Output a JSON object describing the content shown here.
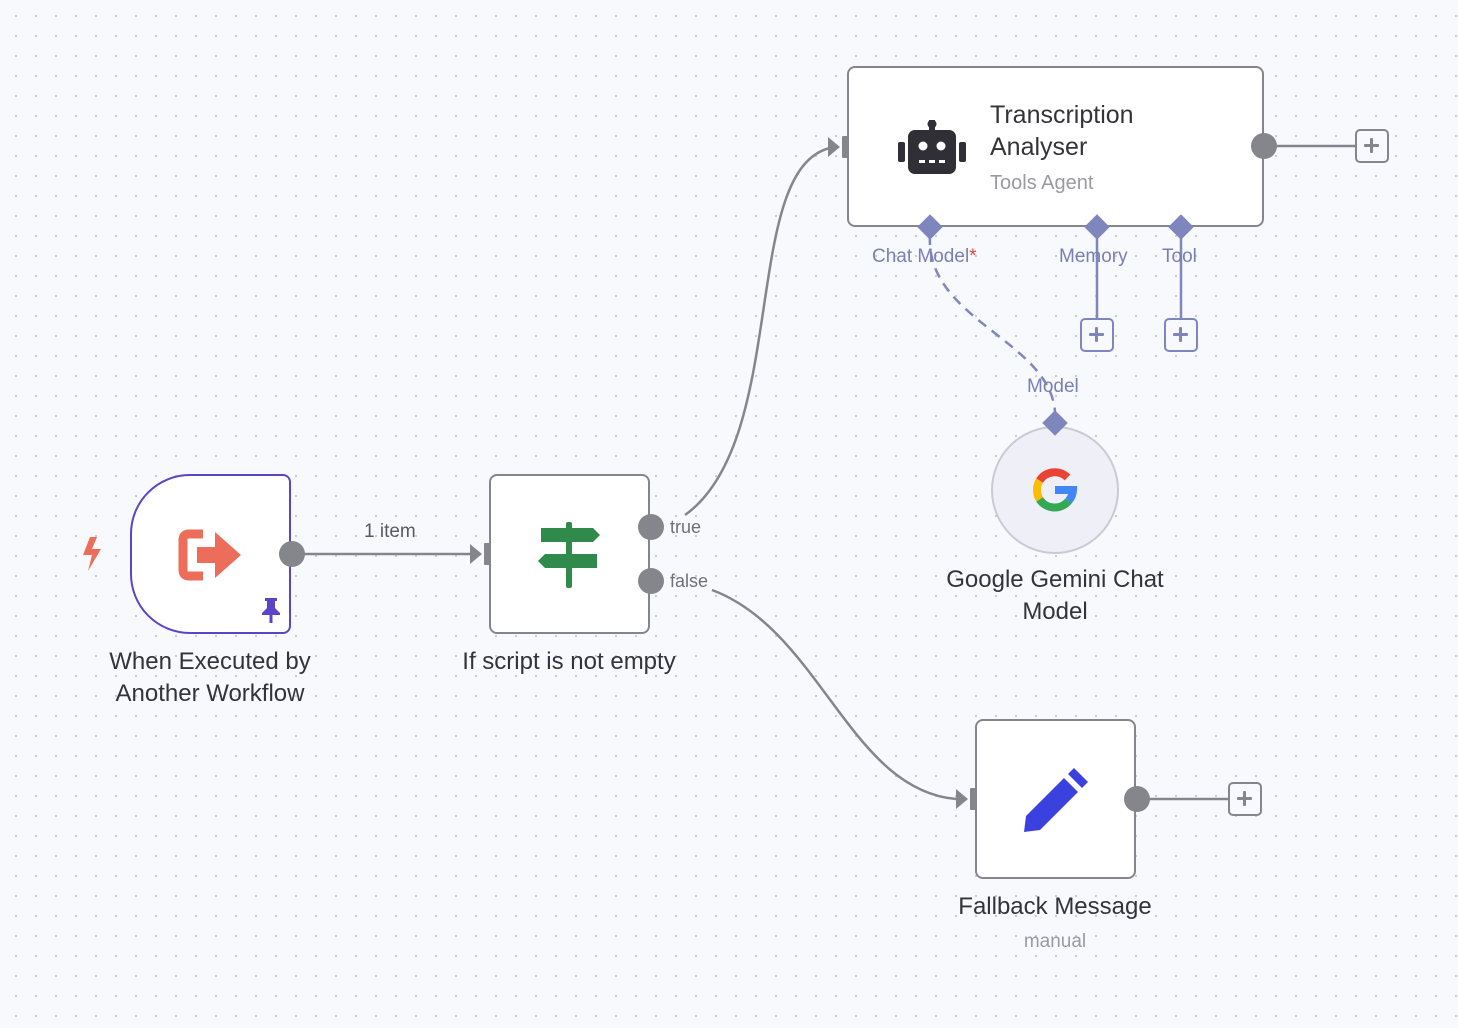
{
  "nodes": {
    "trigger": {
      "label_line1": "When Executed by",
      "label_line2": "Another Workflow",
      "pinned": true
    },
    "if_node": {
      "label": "If script is not empty",
      "branch_true": "true",
      "branch_false": "false"
    },
    "agent": {
      "title_line1": "Transcription",
      "title_line2": "Analyser",
      "subtitle": "Tools Agent",
      "ports": {
        "chat_model": "Chat Model",
        "required_mark": "*",
        "memory": "Memory",
        "tool": "Tool"
      }
    },
    "gemini": {
      "label_line1": "Google Gemini Chat",
      "label_line2": "Model",
      "port": "Model"
    },
    "fallback": {
      "label": "Fallback Message",
      "subtitle": "manual"
    }
  },
  "edges": {
    "trigger_to_if": "1 item"
  },
  "icons": {
    "trigger": "sign-out-arrow-icon",
    "trigger_badge": "lightning-bolt-icon",
    "pin": "pin-icon",
    "if": "signpost-icon",
    "agent": "robot-icon",
    "gemini": "google-g-icon",
    "fallback": "pencil-icon",
    "add": "plus-icon"
  },
  "colors": {
    "canvas": "#f8f9fc",
    "node_border": "#85868c",
    "trigger_border": "#5b45c6",
    "trigger_icon": "#ec6e5a",
    "if_icon": "#2f8a4b",
    "agent_icon": "#2f2f35",
    "fallback_icon": "#3b41df",
    "ai_port": "#7f86bd",
    "required": "#e4443a"
  }
}
